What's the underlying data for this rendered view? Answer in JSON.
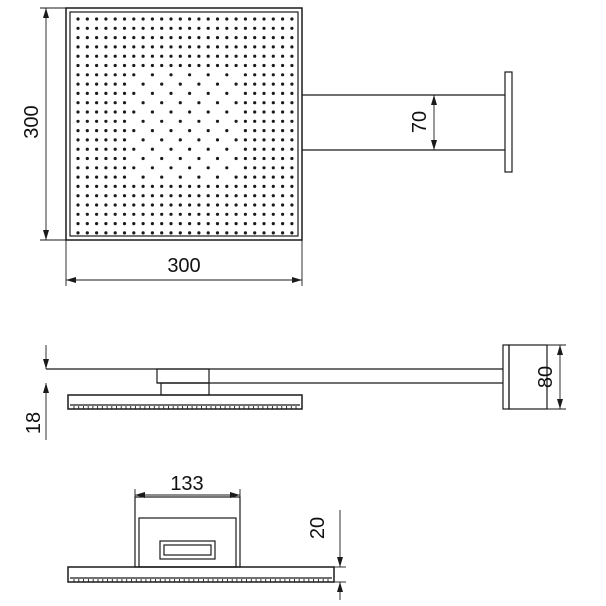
{
  "views": {
    "top": {
      "dim_height": "300",
      "dim_width": "300",
      "dim_arm_width": "70"
    },
    "side": {
      "dim_head_thickness": "18",
      "dim_wall_plate": "80"
    },
    "front": {
      "dim_mount_width": "133",
      "dim_mount_height": "20"
    }
  },
  "colors": {
    "line": "#1a1a1a",
    "background": "#ffffff"
  }
}
